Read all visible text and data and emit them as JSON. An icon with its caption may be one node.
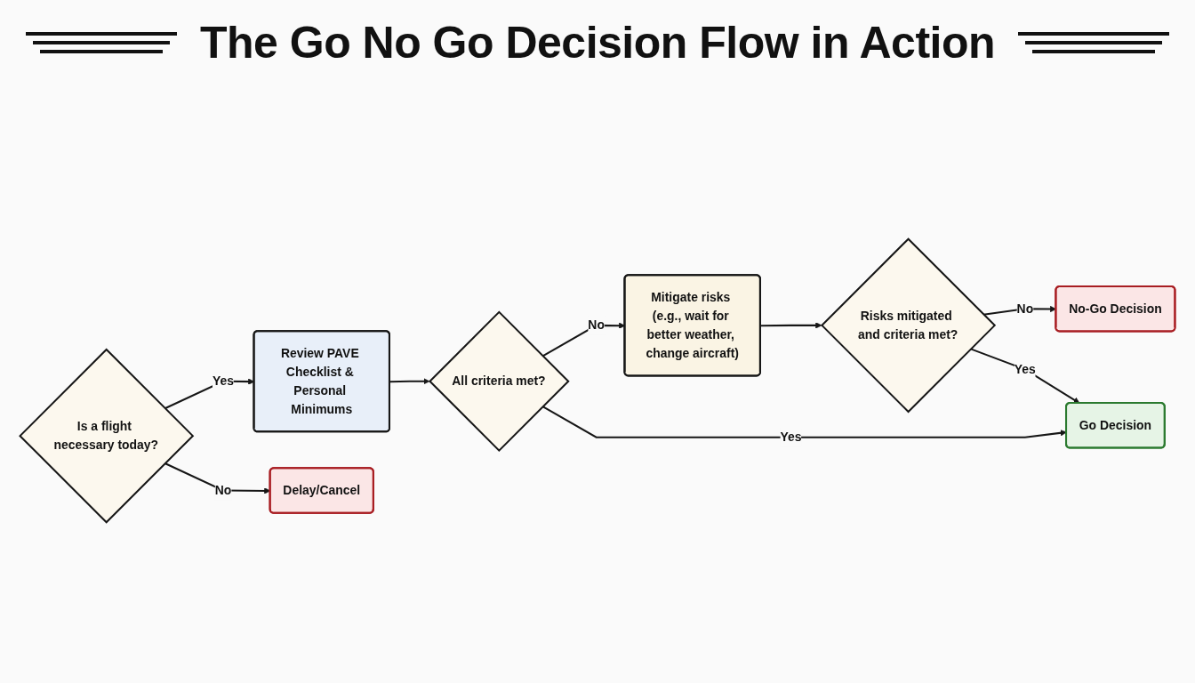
{
  "diagram": {
    "title": "The Go No Go Decision Flow in Action",
    "nodes": [
      {
        "text": [
          "Is a flight necessary today?"
        ]
      },
      {
        "text": [
          "Review PAVE Checklist & Personal Minimums"
        ]
      },
      {
        "text": [
          "All criteria met?"
        ]
      },
      {
        "text": [
          "Mitigate risks (e.g., wait for better weather, change aircraft)"
        ]
      },
      {
        "text": [
          "Risks mitigated and criteria met?"
        ]
      },
      {
        "text": [
          "No-Go Decision"
        ]
      },
      {
        "text": [
          "Delay/Cancel"
        ]
      },
      {
        "text": [
          "Go Decision"
        ]
      }
    ],
    "edges": [
      {
        "from": 0,
        "to": 1,
        "arrow": "to",
        "label": "Yes"
      },
      {
        "from": 0,
        "to": 6,
        "arrow": "to",
        "label": "No"
      },
      {
        "from": 1,
        "to": 2,
        "arrow": "to"
      },
      {
        "from": 2,
        "to": 3,
        "arrow": "to",
        "label": "No"
      },
      {
        "from": 2,
        "to": 7,
        "arrow": "to",
        "label": "Yes"
      },
      {
        "from": 3,
        "to": 4,
        "arrow": "to"
      },
      {
        "from": 4,
        "to": 5,
        "arrow": "to",
        "label": "No"
      },
      {
        "from": 4,
        "to": 7,
        "arrow": "to",
        "label": "Yes"
      }
    ]
  }
}
